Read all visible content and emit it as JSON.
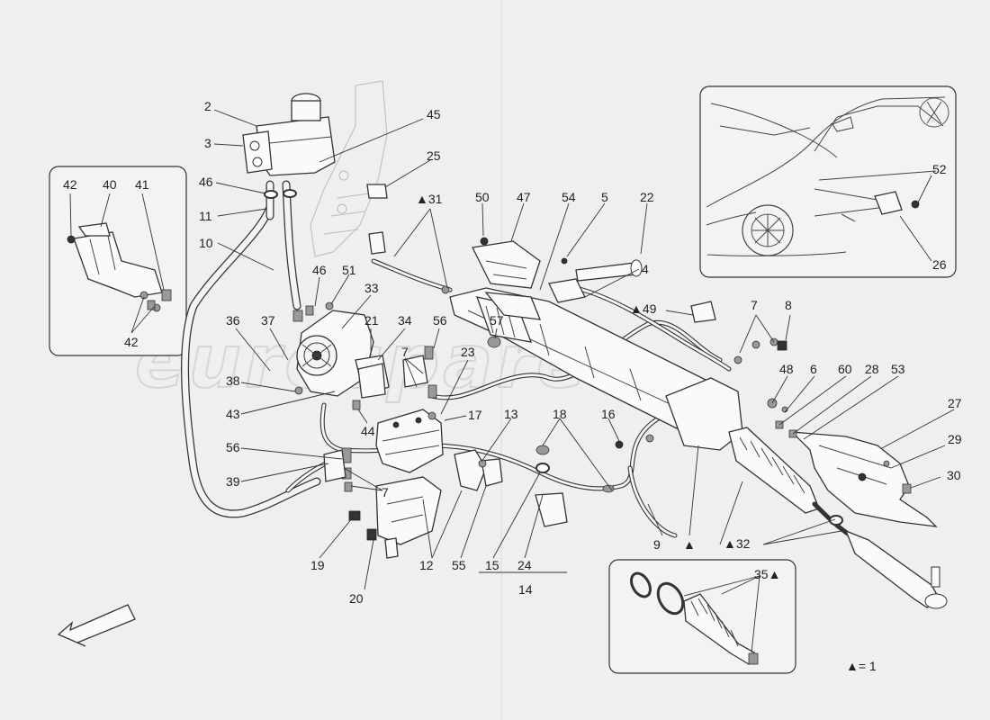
{
  "watermark": "eurospares",
  "legend_text": "▲= 1",
  "callouts": {
    "n2": "2",
    "n3": "3",
    "n45": "45",
    "n46a": "46",
    "n25": "25",
    "n11": "11",
    "n10": "10",
    "n31": "▲31",
    "n50": "50",
    "n47": "47",
    "n54": "54",
    "n5": "5",
    "n22": "22",
    "n4": "4",
    "n42a": "42",
    "n40": "40",
    "n41": "41",
    "n42b": "42",
    "n46b": "46",
    "n51": "51",
    "n33": "33",
    "n36": "36",
    "n37": "37",
    "n21": "21",
    "n34": "34",
    "n56a": "56",
    "n57": "57",
    "n7a": "7",
    "n23": "23",
    "n38": "38",
    "n43": "43",
    "n44": "44",
    "n17": "17",
    "n13": "13",
    "n18": "18",
    "n16": "16",
    "n56b": "56",
    "n39": "39",
    "n7b": "7",
    "n19": "19",
    "n20": "20",
    "n12": "12",
    "n55": "55",
    "n15": "15",
    "n24": "24",
    "n14": "14",
    "n9": "9",
    "n49": "▲49",
    "n7c": "7",
    "n8": "8",
    "n48": "48",
    "n6": "6",
    "n60": "60",
    "n28": "28",
    "n53": "53",
    "n27": "27",
    "n29": "29",
    "n30": "30",
    "n32": "▲32",
    "n35": "35▲",
    "n52": "52",
    "n26": "26",
    "ntri": "▲"
  }
}
